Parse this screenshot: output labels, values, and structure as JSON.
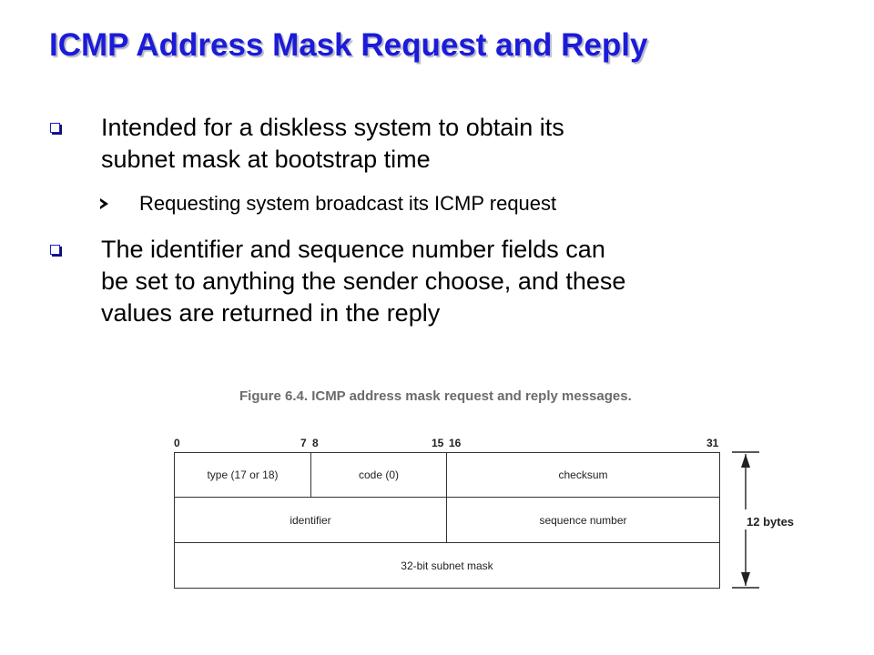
{
  "slide": {
    "title": "ICMP Address Mask Request and Reply",
    "bullets": [
      {
        "text_line1": "Intended for a diskless system to obtain its",
        "text_line2": "subnet mask at bootstrap time",
        "sub": "Requesting system broadcast its ICMP request"
      },
      {
        "text_line1": "The identifier and sequence number fields can",
        "text_line2": "be set to anything the sender choose, and these",
        "text_line3": "values are returned in the reply"
      }
    ]
  },
  "figure": {
    "caption": "Figure 6.4. ICMP address mask request and reply messages.",
    "bit_labels": [
      "0",
      "7",
      "8",
      "15",
      "16",
      "31"
    ],
    "rows": [
      [
        "type (17 or 18)",
        "code (0)",
        "checksum"
      ],
      [
        "identifier",
        "sequence number"
      ],
      [
        "32-bit subnet mask"
      ]
    ],
    "size_label": "12 bytes"
  }
}
